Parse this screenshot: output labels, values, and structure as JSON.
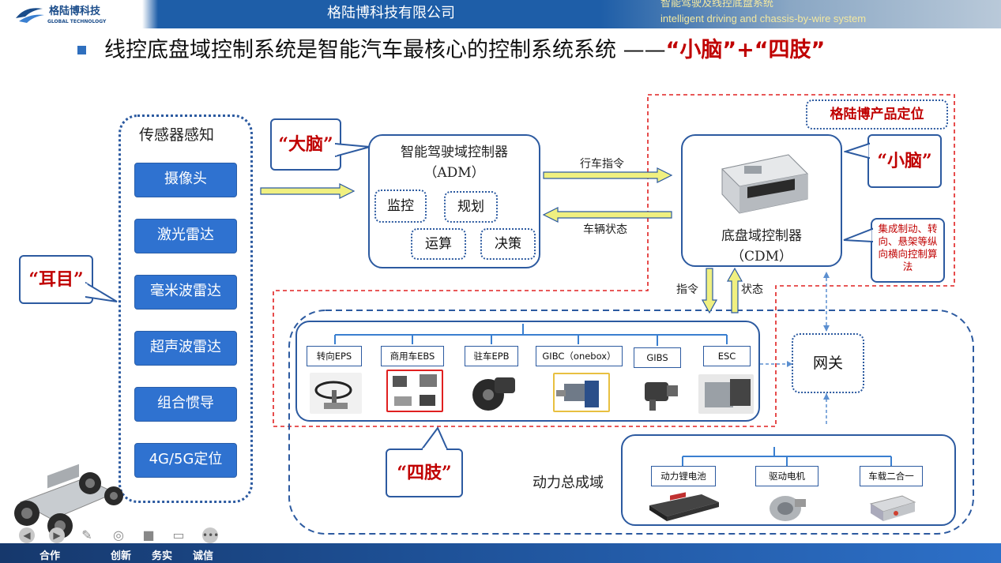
{
  "header": {
    "logo_cn": "格陆博科技",
    "logo_en": "GLOBAL TECHNOLOGY",
    "company": "格陆博科技有限公司",
    "right_cn": "智能驾驶及线控底盘系统",
    "right_en": "intelligent driving and chassis-by-wire system"
  },
  "title": {
    "main": "线控底盘域控制系统是智能汽车最核心的控制系统系统 ——",
    "highlight": "“小脑”+“四肢”"
  },
  "sensors": {
    "title": "传感器感知",
    "items": [
      "摄像头",
      "激光雷达",
      "毫米波雷达",
      "超声波雷达",
      "组合惯导",
      "4G/5G定位"
    ]
  },
  "callouts": {
    "ears_eyes": "“耳目”",
    "brain": "“大脑”",
    "cerebellum": "“小脑”",
    "limbs": "“四肢”"
  },
  "adm": {
    "title": "智能驾驶域控制器",
    "abbr": "（ADM）",
    "functions": [
      "监控",
      "规划",
      "运算",
      "决策"
    ]
  },
  "links": {
    "drive_cmd": "行车指令",
    "vehicle_state": "车辆状态",
    "cmd": "指令",
    "state": "状态"
  },
  "cdm": {
    "title": "底盘域控制器",
    "abbr": "（CDM）",
    "note": "集成制动、转向、悬架等纵向横向控制算法"
  },
  "positioning": "格陆博产品定位",
  "chassis_modules": [
    "转向EPS",
    "商用车EBS",
    "驻车EPB",
    "GIBC（onebox）",
    "GIBS",
    "ESC"
  ],
  "gateway": "网关",
  "powertrain": {
    "title": "动力总成域",
    "modules": [
      "动力锂电池",
      "驱动电机",
      "车载二合一"
    ]
  },
  "footer": {
    "items": [
      "合作",
      "创新",
      "务实",
      "诚信"
    ]
  },
  "colors": {
    "brand_blue": "#1e5ea8",
    "button_blue": "#2f72d0",
    "accent_red": "#c00000",
    "arrow_yellow": "#f0f080"
  }
}
